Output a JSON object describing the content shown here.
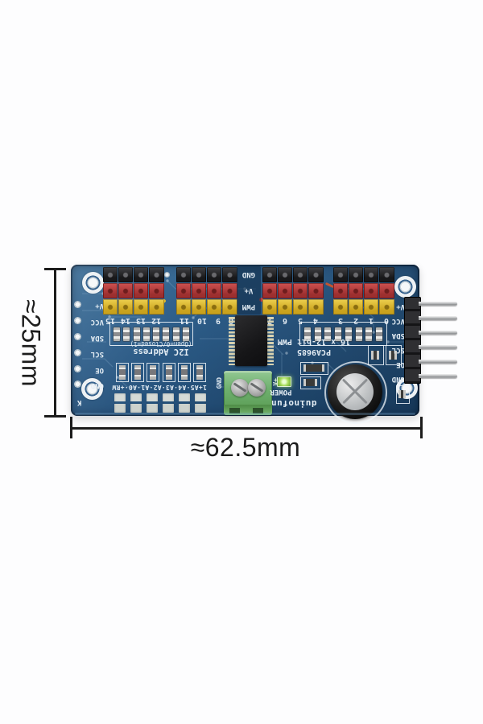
{
  "dimensions": {
    "height_label": "≈25mm",
    "width_label": "≈62.5mm"
  },
  "board": {
    "pin_labels": [
      "V+",
      "VCC",
      "SDA",
      "SCL",
      "OE",
      "GND"
    ],
    "rail_labels": [
      "GND",
      "V+",
      "PWM"
    ],
    "channel_numbers": [
      "15",
      "14",
      "13",
      "12",
      "11",
      "10",
      "9",
      "8",
      "7",
      "6",
      "5",
      "4",
      "3",
      "2",
      "1",
      "0"
    ],
    "silk": {
      "i2c_title": "I2C Address",
      "i2c_subtitle": "(Open=0/Closed=1)",
      "address_row": "1+A5·A4·A3·A2·A1·A0·+RW",
      "chip_name": "PCA9685",
      "chip_desc": "16 x 12-bit PWM",
      "power": "POWER",
      "brand": "duinofun",
      "terminal_neg": "GND",
      "terminal_pos": "V+",
      "k_mark": "K"
    },
    "colors": {
      "pcb_blue": "#2d5d89",
      "header_black": "#222224",
      "header_red": "#b63c3c",
      "header_yellow": "#dfb92c",
      "terminal_green": "#6fb06f",
      "led_green": "#a9dd5e",
      "silk_white": "#e4edf4"
    }
  }
}
